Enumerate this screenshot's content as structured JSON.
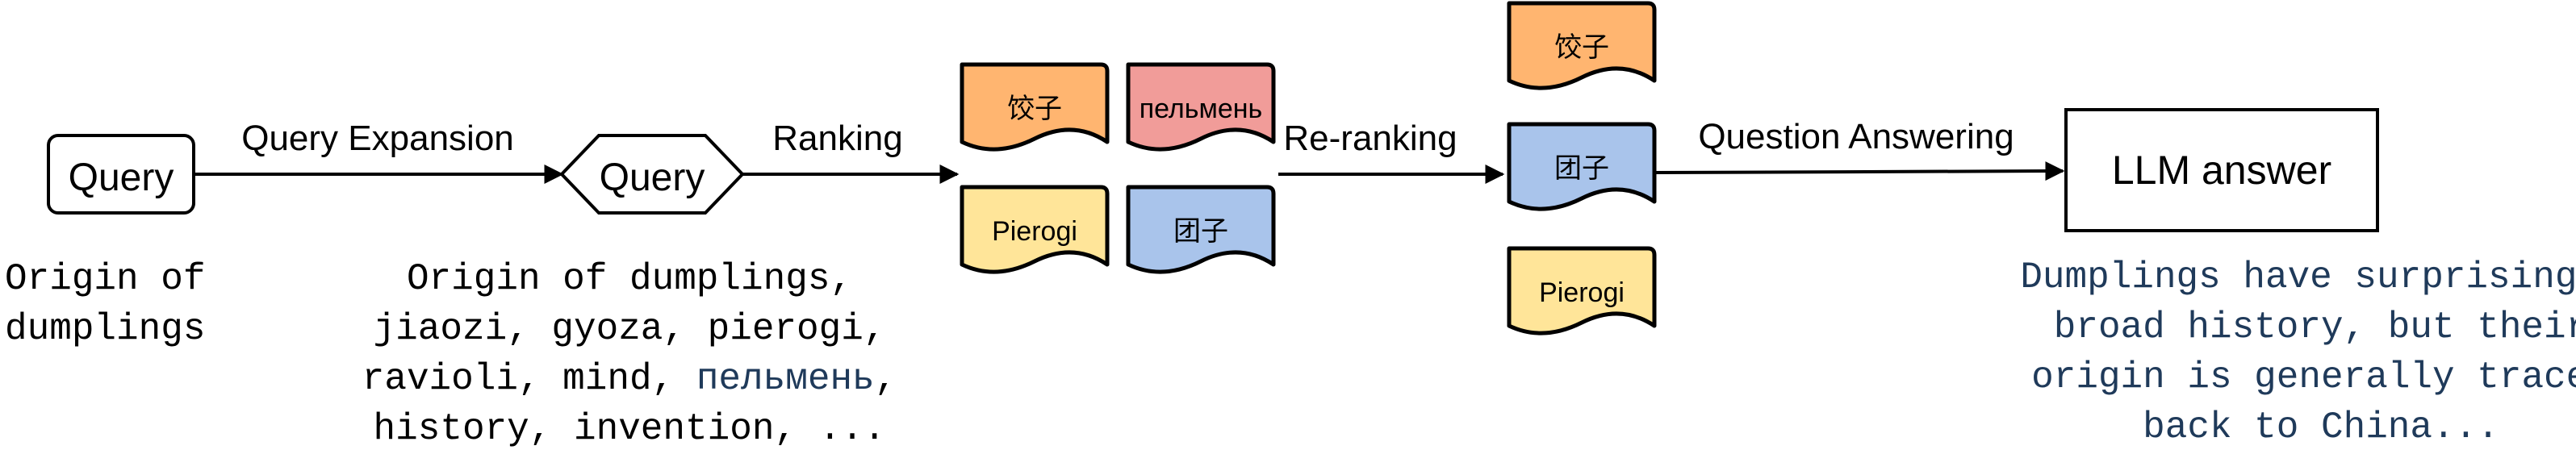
{
  "diagram": {
    "steps": {
      "query_expansion": "Query Expansion",
      "ranking": "Ranking",
      "re_ranking": "Re-ranking",
      "question_answering": "Question Answering"
    },
    "input_query": {
      "label": "Query",
      "text_lines": [
        "Origin of",
        "dumplings"
      ]
    },
    "expanded_query": {
      "label": "Query",
      "text_line1": "Origin of dumplings,",
      "text_line2": "jiaozi, gyoza, pierogi,",
      "text_line3_prefix": "ravioli, mind, ",
      "text_line3_accent": "пельмень",
      "text_line3_suffix": ",",
      "text_line4": "history, invention, ..."
    },
    "ranked_docs": [
      "饺子",
      "пельмень",
      "Pierogi",
      "团子"
    ],
    "reranked_docs": [
      "饺子",
      "团子",
      "Pierogi"
    ],
    "llm": {
      "label": "LLM answer",
      "answer_lines": [
        "Dumplings have surprisingly",
        "broad history, but their",
        "origin is generally traced",
        "back to China..."
      ]
    },
    "colors": {
      "orange": "#ffb570",
      "red": "#f19c99",
      "yellow": "#ffe599",
      "blue": "#a9c4eb",
      "answer_text": "#1f3a5a",
      "accent_text": "#1f3a5a",
      "stroke": "#000000"
    }
  }
}
